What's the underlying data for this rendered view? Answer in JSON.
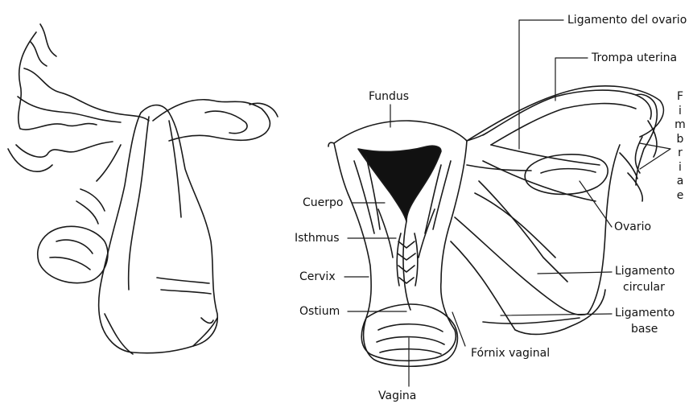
{
  "labels": {
    "ligamento_ovario": "Ligamento del ovario",
    "trompa_uterina": "Trompa uterina",
    "fundus": "Fundus",
    "cuerpo": "Cuerpo",
    "isthmus": "Isthmus",
    "cervix": "Cervix",
    "ostium": "Ostium",
    "vagina": "Vagina",
    "fornix_vaginal": "Fórnix vaginal",
    "ovario": "Ovario",
    "ligamento_circular_1": "Ligamento",
    "ligamento_circular_2": "circular",
    "ligamento_base_1": "Ligamento",
    "ligamento_base_2": "base",
    "fimbriae": [
      "F",
      "i",
      "m",
      "b",
      "r",
      "i",
      "a",
      "e"
    ]
  }
}
